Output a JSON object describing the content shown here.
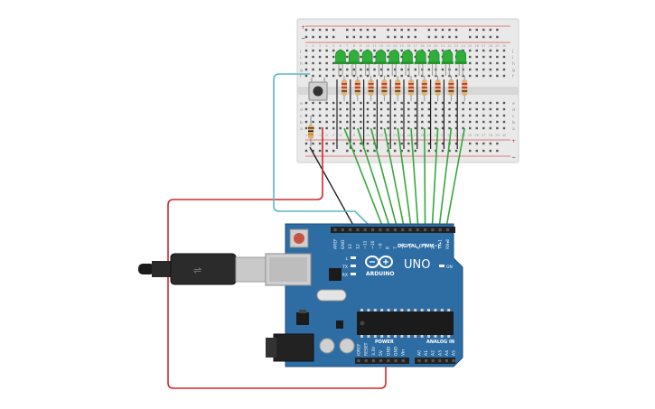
{
  "board": {
    "brand": "ARDUINO",
    "model": "UNO",
    "digital_header": "DIGITAL (PWM~)",
    "power_header": "POWER",
    "analog_header": "ANALOG IN",
    "digital_pins": [
      "AREF",
      "GND",
      "13",
      "12",
      "~11",
      "~10",
      "~9",
      "8",
      "7",
      "~6",
      "~5",
      "4",
      "~3",
      "2",
      "TX▸1",
      "RX◂0"
    ],
    "power_pins": [
      "IOREF",
      "RESET",
      "3.3V",
      "5V",
      "GND",
      "GND",
      "Vin"
    ],
    "analog_pins": [
      "A0",
      "A1",
      "A2",
      "A3",
      "A4",
      "A5"
    ],
    "indicators": [
      "L",
      "TX",
      "RX"
    ],
    "on_label": "ON",
    "colors": {
      "board": "#2d6da4",
      "header": "#222222",
      "chip": "#1b1b1b"
    }
  },
  "breadboard": {
    "row_letters_top": [
      "j",
      "i",
      "h",
      "g",
      "f"
    ],
    "row_letters_bottom": [
      "e",
      "d",
      "c",
      "b",
      "a"
    ],
    "column_numbers": [
      "1",
      "2",
      "3",
      "4",
      "5",
      "6",
      "7",
      "8",
      "9",
      "10",
      "11",
      "12",
      "13",
      "14",
      "15",
      "16",
      "17",
      "18",
      "19",
      "20",
      "21",
      "22",
      "23",
      "24",
      "25",
      "26",
      "27",
      "28",
      "29",
      "30"
    ],
    "rail_plus": "+",
    "rail_minus": "−"
  },
  "circuit": {
    "led_count": 10,
    "led_color": "#2fae3a",
    "wire_colors": {
      "signal": "#36a83a",
      "power": "#d02a2a",
      "ground": "#222222",
      "button": "#5bb7c4"
    }
  }
}
